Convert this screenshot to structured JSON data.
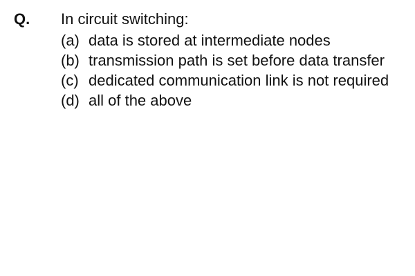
{
  "question": {
    "label": "Q.",
    "stem": "In circuit switching:",
    "options": [
      {
        "letter": "(a)",
        "text": "data is stored at intermediate nodes"
      },
      {
        "letter": "(b)",
        "text": "transmission path is set before data transfer"
      },
      {
        "letter": "(c)",
        "text": "dedicated communication link is not required"
      },
      {
        "letter": "(d)",
        "text": "all of the above"
      }
    ]
  }
}
